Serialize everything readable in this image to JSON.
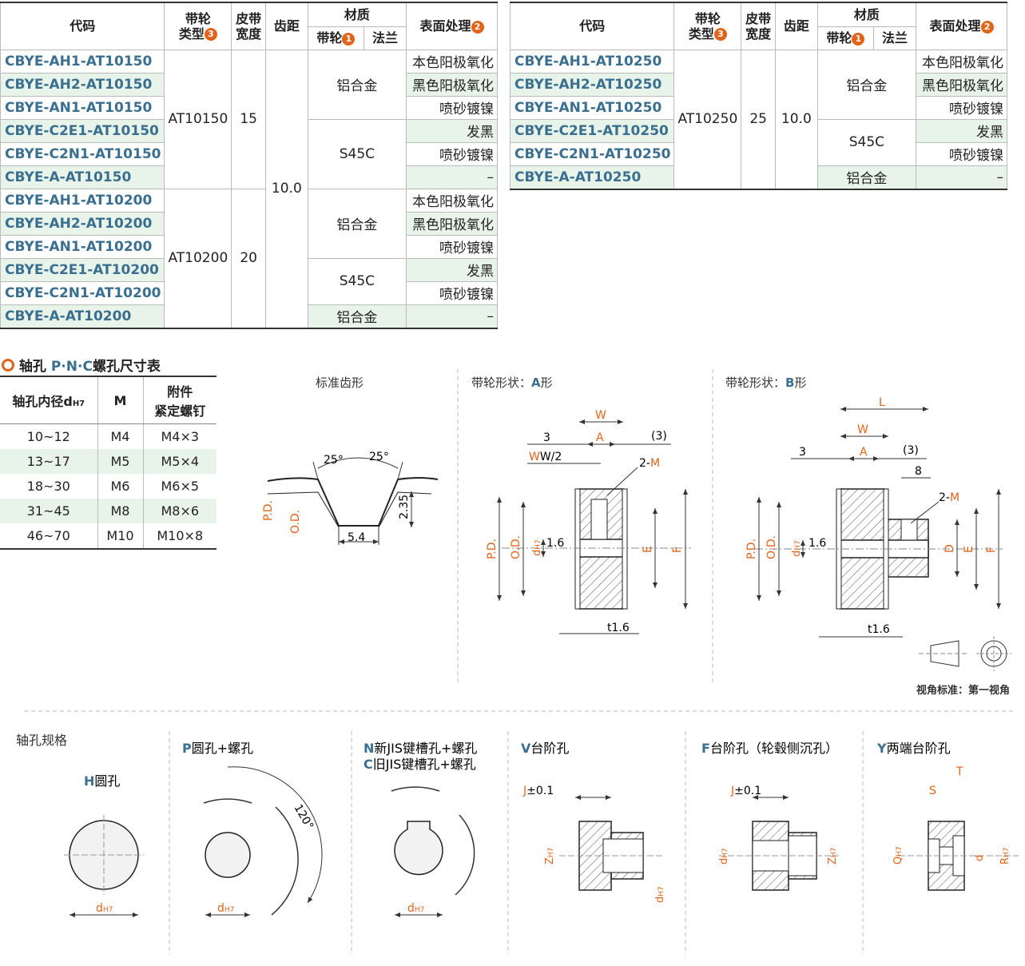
{
  "table_headers": {
    "code": "代码",
    "type_l1": "带轮",
    "type_l2": "类型",
    "type_mark": "3",
    "width_l1": "皮带",
    "width_l2": "宽度",
    "pitch": "齿距",
    "material": "材质",
    "pulley": "带轮",
    "pulley_mark": "1",
    "flange": "法兰",
    "surface": "表面处理",
    "surface_mark": "2"
  },
  "left_table": {
    "codes": [
      "CBYE-AH1-AT10150",
      "CBYE-AH2-AT10150",
      "CBYE-AN1-AT10150",
      "CBYE-C2E1-AT10150",
      "CBYE-C2N1-AT10150",
      "CBYE-A-AT10150",
      "CBYE-AH1-AT10200",
      "CBYE-AH2-AT10200",
      "CBYE-AN1-AT10200",
      "CBYE-C2E1-AT10200",
      "CBYE-C2N1-AT10200",
      "CBYE-A-AT10200"
    ],
    "type_a": "AT10150",
    "width_a": "15",
    "type_b": "AT10200",
    "width_b": "20",
    "pitch": "10.0",
    "mat_al1": "铝合金",
    "mat_s1": "S45C",
    "mat_al2": "铝合金",
    "mat_s2": "S45C",
    "mat_al3": "铝合金",
    "surfaces": [
      "本色阳极氧化",
      "黑色阳极氧化",
      "喷砂镀镍",
      "发黑",
      "喷砂镀镍",
      "–",
      "本色阳极氧化",
      "黑色阳极氧化",
      "喷砂镀镍",
      "发黑",
      "喷砂镀镍",
      "–"
    ]
  },
  "right_table": {
    "codes": [
      "CBYE-AH1-AT10250",
      "CBYE-AH2-AT10250",
      "CBYE-AN1-AT10250",
      "CBYE-C2E1-AT10250",
      "CBYE-C2N1-AT10250",
      "CBYE-A-AT10250"
    ],
    "type": "AT10250",
    "width": "25",
    "pitch": "10.0",
    "mat_al1": "铝合金",
    "mat_s1": "S45C",
    "mat_al2": "铝合金",
    "surfaces": [
      "本色阳极氧化",
      "黑色阳极氧化",
      "喷砂镀镍",
      "发黑",
      "喷砂镀镍",
      "–"
    ]
  },
  "pnc": {
    "title_pre": "轴孔 ",
    "title_mid": "P·N·C",
    "title_post": "螺孔尺寸表",
    "h_bore": "轴孔内径d",
    "h_bore_sub": "H7",
    "h_m": "M",
    "h_screw_l1": "附件",
    "h_screw_l2": "紧定螺钉",
    "rows": [
      [
        "10~12",
        "M4",
        "M4×3"
      ],
      [
        "13~17",
        "M5",
        "M5×4"
      ],
      [
        "18~30",
        "M6",
        "M6×5"
      ],
      [
        "31~45",
        "M8",
        "M8×6"
      ],
      [
        "46~70",
        "M10",
        "M10×8"
      ]
    ]
  },
  "drawings": {
    "tooth_title": "标准齿形",
    "tooth_a1": "25°",
    "tooth_a2": "25°",
    "tooth_pd": "P.D.",
    "tooth_od": "O.D.",
    "tooth_h": "2.35",
    "tooth_w": "5.4",
    "shape_a_title_pre": "带轮形状：",
    "shape_a_letter": "A",
    "shape_a_title_post": "形",
    "shape_b_title_pre": "带轮形状：",
    "shape_b_letter": "B",
    "shape_b_title_post": "形",
    "dim_W": "W",
    "dim_A": "A",
    "dim_3": "3",
    "dim_p3": "(3)",
    "dim_W2": "W/2",
    "dim_2M_pre": "2-",
    "dim_2M_m": "M",
    "dim_PD": "P.D.",
    "dim_OD": "O.D.",
    "dim_dH7": "d",
    "dim_dH7_sub": "H7",
    "dim_16": "1.6",
    "dim_E": "E",
    "dim_F": "F",
    "dim_t16": "t1.6",
    "dim_L": "L",
    "dim_8": "8",
    "dim_D": "D",
    "view_std": "视角标准：第一视角"
  },
  "bores": {
    "section_title": "轴孔规格",
    "h_letter": "H",
    "h_name": "圆孔",
    "p_letter": "P",
    "p_name": "圆孔+螺孔",
    "n_letter": "N",
    "n_name": "新JIS键槽孔+螺孔",
    "c_letter": "C",
    "c_name": "旧JIS键槽孔+螺孔",
    "v_letter": "V",
    "v_name": "台阶孔",
    "f_letter": "F",
    "f_name": "台阶孔（轮毂侧沉孔）",
    "y_letter": "Y",
    "y_name": "两端台阶孔",
    "dH7": "d",
    "H7": "H7",
    "angle": "120°",
    "J": "J",
    "tol": "±0.1",
    "Z": "Z",
    "S": "S",
    "T": "T",
    "Q": "Q",
    "R": "R",
    "d": "d"
  },
  "colors": {
    "accent": "#e0641a",
    "code_blue": "#3a6f8f",
    "row_green": "#e8f3ea"
  }
}
